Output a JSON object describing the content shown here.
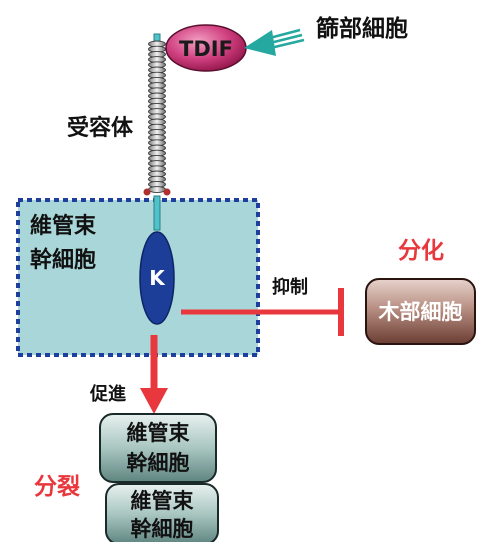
{
  "labels": {
    "sieve": "篩部細胞",
    "receptor": "受容体",
    "vascular_line1": "維管束",
    "vascular_line2": "幹細胞",
    "suppress": "抑制",
    "differentiation": "分化",
    "xylem": "木部細胞",
    "promote": "促進",
    "division": "分裂",
    "stem1_line1": "維管束",
    "stem1_line2": "幹細胞",
    "stem2_line1": "維管束",
    "stem2_line2": "幹細胞"
  },
  "nodes": {
    "tdif": "TDIF",
    "kinase": "K"
  },
  "colors": {
    "accent_red": "#e8383d",
    "teal_arrow": "#25a8a0",
    "vascular_fill": "#a9d7d9",
    "vascular_border": "#1f3f9f",
    "kinase_fill": "#1d3e98",
    "tdif_fill": "#c4286a",
    "xylem_fill": "#7a4a3f",
    "stem_fill": "#8fb1ac"
  }
}
